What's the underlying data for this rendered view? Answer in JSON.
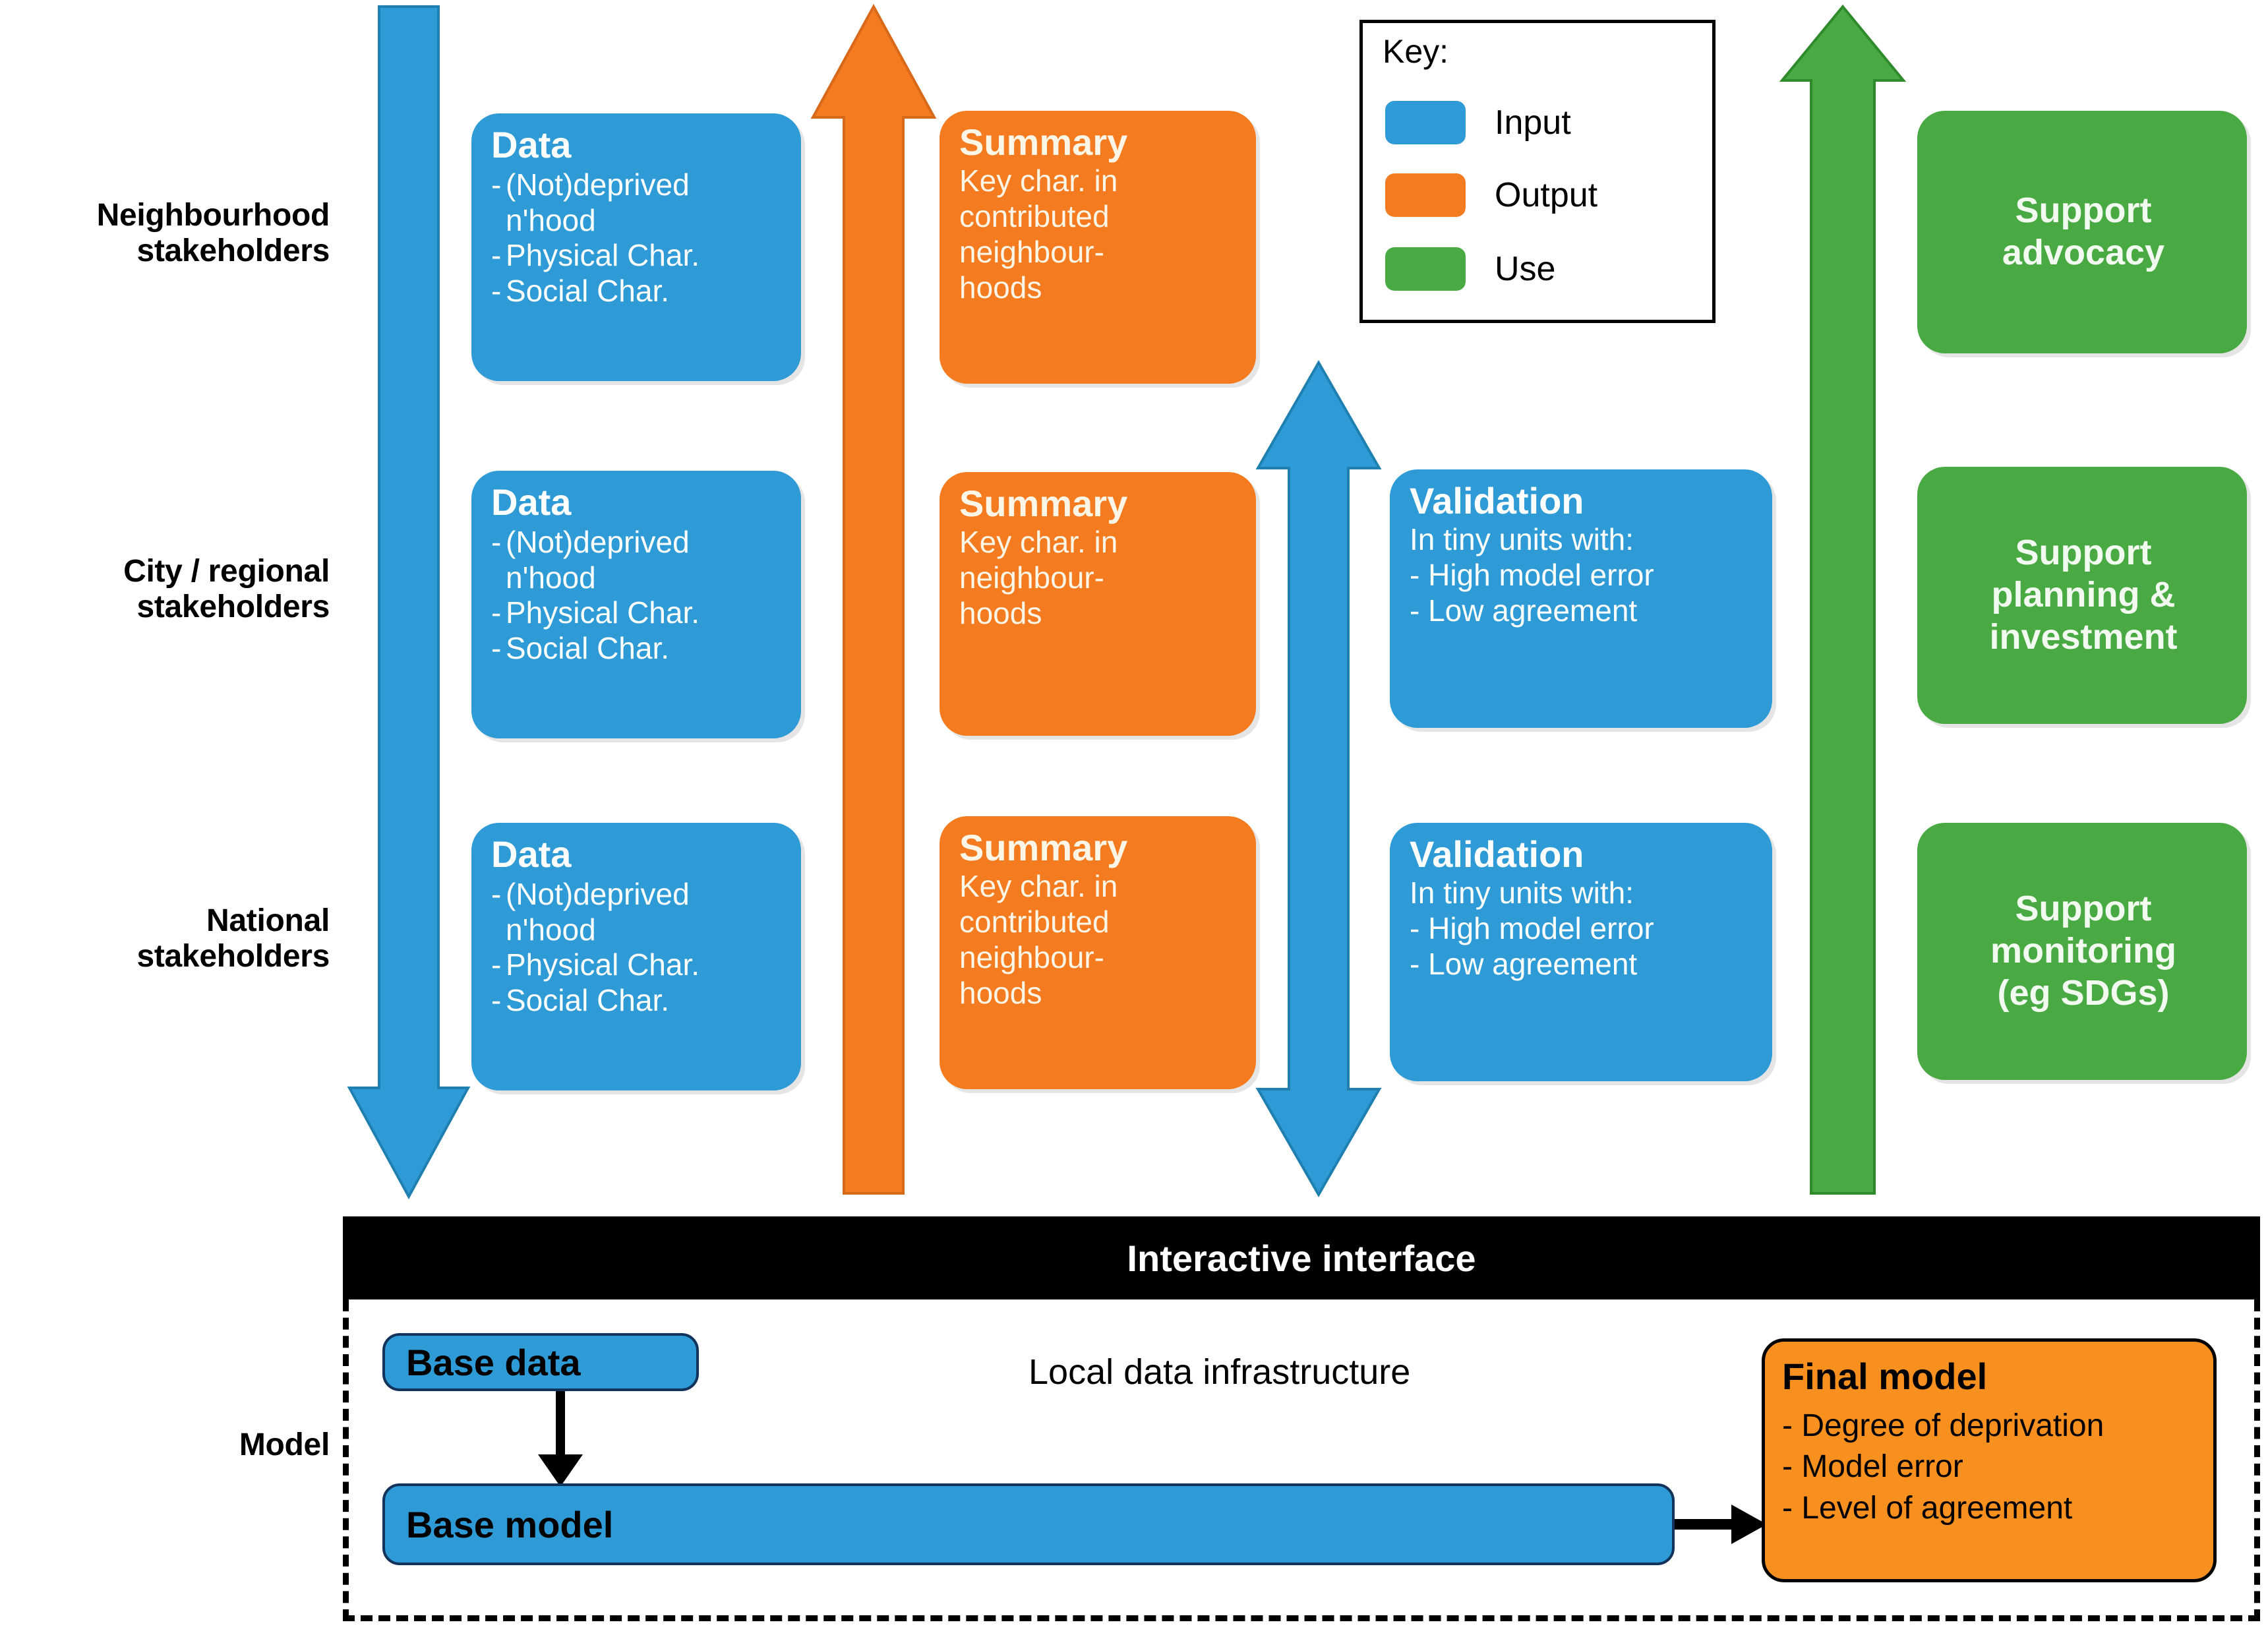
{
  "colors": {
    "input_blue": "#2e9bd6",
    "output_orange": "#f47b20",
    "use_green": "#49a942",
    "black": "#000000",
    "white": "#ffffff"
  },
  "row_labels": [
    {
      "id": "neighbourhood",
      "text": "Neighbourhood\nstakeholders"
    },
    {
      "id": "city-regional",
      "text": "City / regional\nstakeholders"
    },
    {
      "id": "national",
      "text": "National\nstakeholders"
    },
    {
      "id": "model",
      "text": "Model"
    }
  ],
  "legend": {
    "title": "Key:",
    "items": [
      {
        "label": "Input",
        "color": "#2e9bd6"
      },
      {
        "label": "Output",
        "color": "#f47b20"
      },
      {
        "label": "Use",
        "color": "#49a942"
      }
    ]
  },
  "arrows": [
    {
      "id": "data-down-arrow",
      "color": "#2e9bd6",
      "direction": "down"
    },
    {
      "id": "summary-up-arrow",
      "color": "#f47b20",
      "direction": "up"
    },
    {
      "id": "validation-double-arrow",
      "color": "#2e9bd6",
      "direction": "both"
    },
    {
      "id": "use-up-arrow",
      "color": "#49a942",
      "direction": "up"
    }
  ],
  "cards": {
    "data": [
      {
        "id": "data-neighbourhood",
        "type": "Input",
        "title": "Data",
        "bullets": [
          "(Not)deprived\nn'hood",
          "Physical Char.",
          "Social Char."
        ]
      },
      {
        "id": "data-city-regional",
        "type": "Input",
        "title": "Data",
        "bullets": [
          "(Not)deprived\nn'hood",
          "Physical Char.",
          "Social Char."
        ]
      },
      {
        "id": "data-national",
        "type": "Input",
        "title": "Data",
        "bullets": [
          "(Not)deprived\nn'hood",
          "Physical Char.",
          "Social Char."
        ]
      }
    ],
    "summary": [
      {
        "id": "summary-neighbourhood",
        "type": "Output",
        "title": "Summary",
        "body": "Key char. in\ncontributed\nneighbour-\nhoods"
      },
      {
        "id": "summary-city-regional",
        "type": "Output",
        "title": "Summary",
        "body": "Key char. in\nneighbour-\nhoods"
      },
      {
        "id": "summary-national",
        "type": "Output",
        "title": "Summary",
        "body": "Key char. in\ncontributed\nneighbour-\nhoods"
      }
    ],
    "validation": [
      {
        "id": "validation-city-regional",
        "type": "Input",
        "title": "Validation",
        "body": "In tiny units with:\n- High model error\n- Low agreement"
      },
      {
        "id": "validation-national",
        "type": "Input",
        "title": "Validation",
        "body": "In tiny units with:\n- High model error\n- Low agreement"
      }
    ],
    "use": [
      {
        "id": "use-advocacy",
        "type": "Use",
        "text": "Support\nadvocacy"
      },
      {
        "id": "use-planning",
        "type": "Use",
        "text": "Support\nplanning &\ninvestment"
      },
      {
        "id": "use-monitoring",
        "type": "Use",
        "text": "Support\nmonitoring\n(eg SDGs)"
      }
    ]
  },
  "bottom": {
    "interface_bar": "Interactive interface",
    "infrastructure_label": "Local data infrastructure",
    "base_data": "Base data",
    "base_model": "Base model",
    "final_model": {
      "title": "Final model",
      "lines": [
        "- Degree of deprivation",
        "- Model error",
        "- Level of agreement"
      ]
    }
  }
}
